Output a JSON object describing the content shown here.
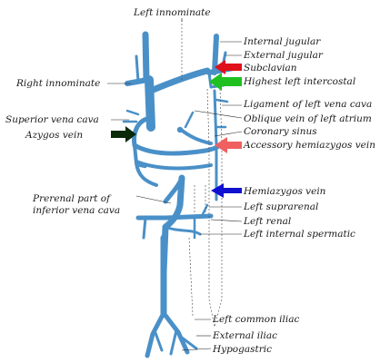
{
  "labels": {
    "left_innominate": "Left innominate",
    "internal_jugular": "Internal jugular",
    "external_jugular": "External jugular",
    "subclavian": "Subclavian",
    "highest_left_intercostal": "Highest left intercostal",
    "right_innominate": "Right innominate",
    "ligament_left_vena_cava": "Ligament of left vena cava",
    "superior_vena_cava": "Superior vena cava",
    "oblique_vein_left_atrium": "Oblique vein of left atrium",
    "azygos_vein": "Azygos vein",
    "coronary_sinus": "Coronary sinus",
    "accessory_hemiazygos_vein": "Accessory hemiazygos vein",
    "hemiazygos_vein": "Hemiazygos vein",
    "prerenal_line1": "Prerenal part of",
    "prerenal_line2": "inferior vena cava",
    "left_suprarenal": "Left suprarenal",
    "left_renal": "Left renal",
    "left_internal_spermatic": "Left internal spermatic",
    "left_common_iliac": "Left common iliac",
    "external_iliac": "External iliac",
    "hypogastric": "Hypogastric"
  },
  "colors": {
    "vein": "#4a90c8",
    "arrow_red": "#e0101a",
    "arrow_green": "#20c020",
    "arrow_black": "#0a2a0a",
    "arrow_salmon": "#f06060",
    "arrow_blue": "#1010d0"
  }
}
